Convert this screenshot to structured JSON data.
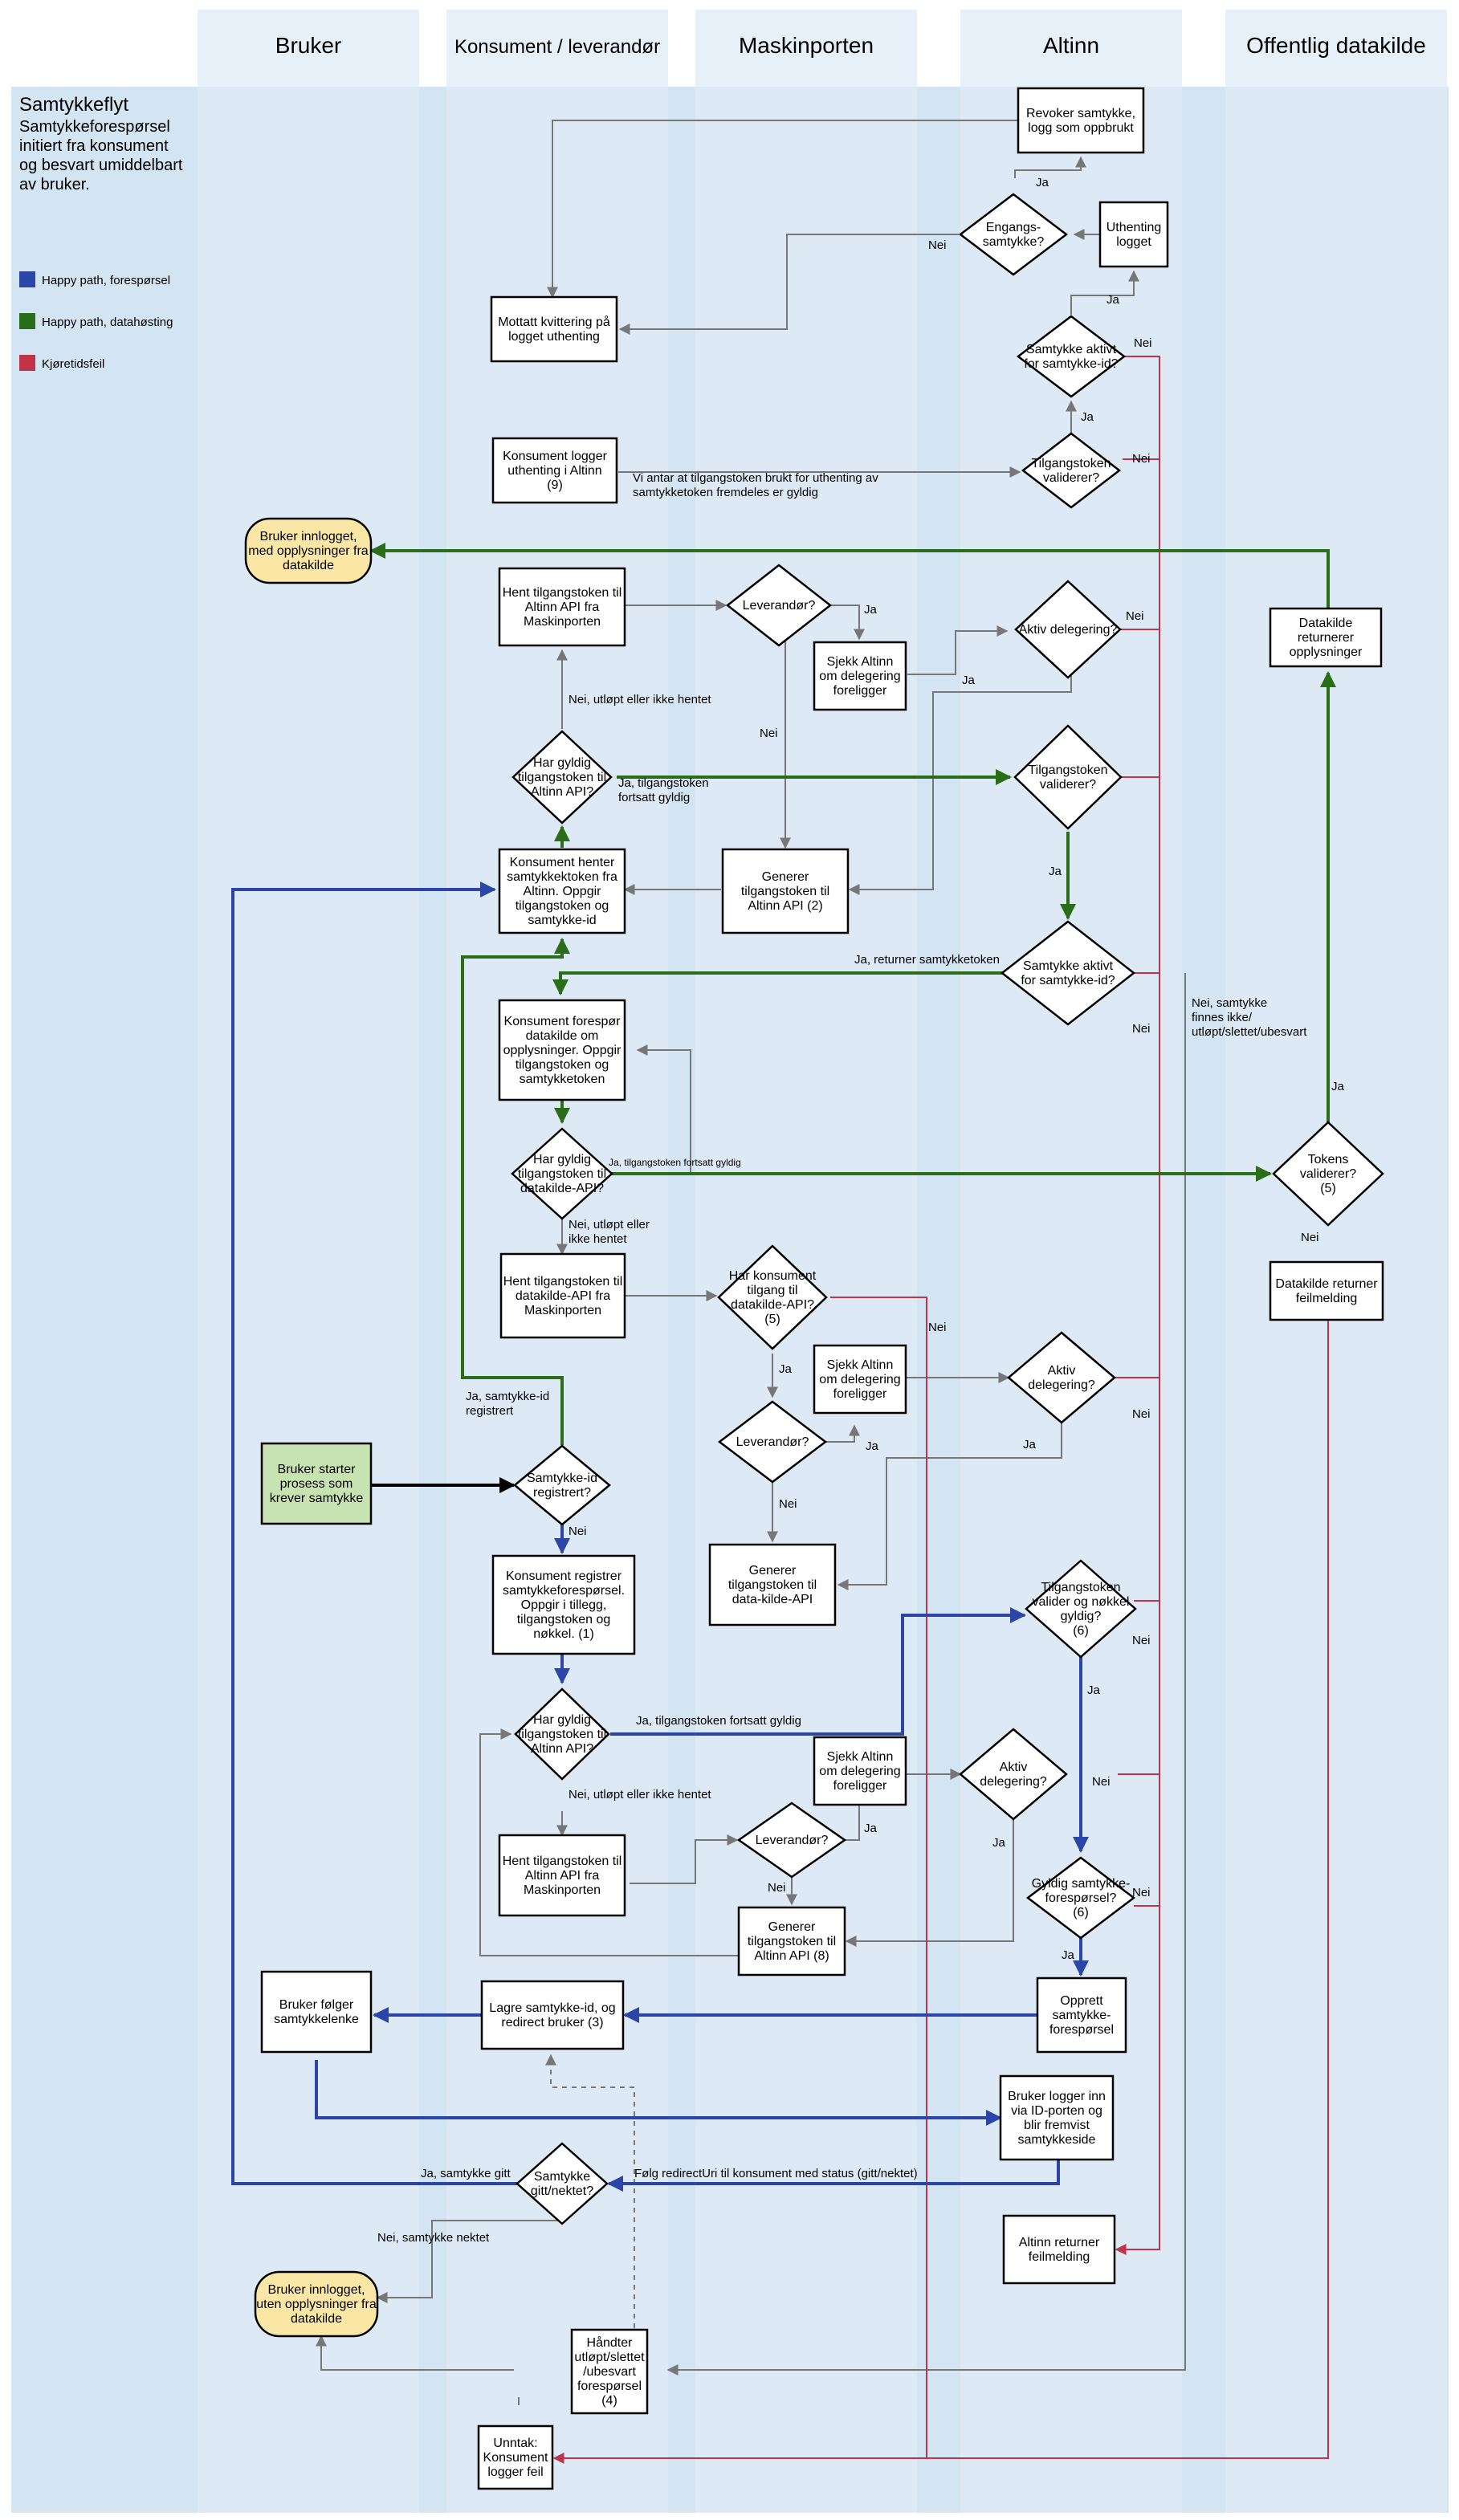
{
  "lanes": [
    "Bruker",
    "Konsument / leverandør",
    "Maskinporten",
    "Altinn",
    "Offentlig datakilde"
  ],
  "title": "Samtykkeflyt",
  "subtitle": [
    "Samtykkeforespørsel",
    "initiert fra konsument",
    "og besvart umiddelbart",
    "av bruker."
  ],
  "legend": [
    {
      "label": "Happy path, forespørsel",
      "color": "#2b45a8"
    },
    {
      "label": "Happy path, datahøsting",
      "color": "#2a6e1a"
    },
    {
      "label": "Kjøretidsfeil",
      "color": "#c0344a"
    }
  ],
  "nodes": {
    "revoker": [
      "Revoker samtykke,",
      "logg som oppbrukt"
    ],
    "engangs": [
      "Engangs-",
      "samtykke?"
    ],
    "uthenting_logget": [
      "Uthenting",
      "logget"
    ],
    "mottatt": [
      "Mottatt kvittering på",
      "logget uthenting"
    ],
    "samtykke_aktiv1": [
      "Samtykke aktivt",
      "for samtykke-id?"
    ],
    "konsument_logger": [
      "Konsument logger",
      "uthenting i Altinn",
      "(9)"
    ],
    "tilgangstoken_validerer1": [
      "Tilgangstoken",
      "validerer?"
    ],
    "bruker_innlogget_ok": [
      "Bruker innlogget,",
      "med opplysninger fra",
      "datakilde"
    ],
    "hent_altinn1": [
      "Hent tilgangstoken til",
      "Altinn API fra",
      "Maskinporten"
    ],
    "leverandor1": [
      "Leverandør?"
    ],
    "sjekk_altinn1": [
      "Sjekk Altinn",
      "om delegering",
      "foreligger"
    ],
    "aktiv_delegering1": [
      "Aktiv delegering?"
    ],
    "datakilde_returnerer": [
      "Datakilde",
      "returnerer",
      "opplysninger"
    ],
    "har_gyldig1": [
      "Har gyldig",
      "tilgangstoken til",
      "Altinn API?"
    ],
    "tilgangstoken_validerer2": [
      "Tilgangstoken",
      "validerer?"
    ],
    "konsument_henter": [
      "Konsument henter",
      "samtykkektoken fra",
      "Altinn. Oppgir",
      "tilgangstoken og",
      "samtykke-id"
    ],
    "generer1": [
      "Generer",
      "tilgangstoken til",
      "Altinn API (2)"
    ],
    "samtykke_aktiv2": [
      "Samtykke aktivt",
      "for samtykke-id?"
    ],
    "konsument_foresporr": [
      "Konsument forespør",
      "datakilde om",
      "opplysninger. Oppgir",
      "tilgangstoken og",
      "samtykketoken"
    ],
    "har_gyldig2": [
      "Har gyldig",
      "tilgangstoken til",
      "datakilde-API?"
    ],
    "tokens_validerer": [
      "Tokens",
      "validerer?",
      "(5)"
    ],
    "hent_datakilde": [
      "Hent tilgangstoken til",
      "datakilde-API fra",
      "Maskinporten"
    ],
    "har_konsument": [
      "Har konsument",
      "tilgang til",
      "datakilde-API?",
      "(5)"
    ],
    "datakilde_feil": [
      "Datakilde returner",
      "feilmelding"
    ],
    "sjekk_altinn2": [
      "Sjekk Altinn",
      "om delegering",
      "foreligger"
    ],
    "aktiv_delegering2": [
      "Aktiv",
      "delegering?"
    ],
    "bruker_starter": [
      "Bruker starter",
      "prosess som",
      "krever samtykke"
    ],
    "leverandor2": [
      "Leverandør?"
    ],
    "samtykke_registrert": [
      "Samtykke-id",
      "registrert?"
    ],
    "konsument_registrer": [
      "Konsument registrer",
      "samtykkeforespørsel.",
      "Oppgir i tillegg,",
      "tilgangstoken og",
      "nøkkel. (1)"
    ],
    "generer2": [
      "Generer",
      "tilgangstoken til",
      "data-kilde-API"
    ],
    "tilgangstoken_valider6": [
      "Tilgangstoken",
      "valider og nøkkel",
      "gyldig?",
      "(6)"
    ],
    "har_gyldig3": [
      "Har gyldig",
      "tilgangstoken til",
      "Altinn API?"
    ],
    "sjekk_altinn3": [
      "Sjekk Altinn",
      "om delegering",
      "foreligger"
    ],
    "aktiv_delegering3": [
      "Aktiv",
      "delegering?"
    ],
    "hent_altinn2": [
      "Hent tilgangstoken til",
      "Altinn API fra",
      "Maskinporten"
    ],
    "leverandor3": [
      "Leverandør?"
    ],
    "gyldig_foresporsel": [
      "Gyldig samtykke-",
      "forespørsel?",
      "(6)"
    ],
    "generer3": [
      "Generer",
      "tilgangstoken til",
      "Altinn API (8)"
    ],
    "bruker_folger": [
      "Bruker følger",
      "samtykkelenke"
    ],
    "lagre": [
      "Lagre samtykke-id, og",
      "redirect bruker (3)"
    ],
    "opprett": [
      "Opprett",
      "samtykke-",
      "forespørsel"
    ],
    "bruker_logger_inn": [
      "Bruker logger inn",
      "via ID-porten og",
      "blir fremvist",
      "samtykkeside"
    ],
    "samtykke_gitt": [
      "Samtykke",
      "gitt/nektet?"
    ],
    "altinn_feil": [
      "Altinn returner",
      "feilmelding"
    ],
    "bruker_uten": [
      "Bruker innlogget,",
      "uten opplysninger fra",
      "datakilde"
    ],
    "handter": [
      "Håndter",
      "utløpt/slettet",
      "/ubesvart",
      "forespørsel",
      "(4)"
    ],
    "unntak": [
      "Unntak:",
      "Konsument",
      "logger feil"
    ]
  },
  "labels": {
    "ja": "Ja",
    "nei": "Nei",
    "antar": [
      "Vi antar at tilgangstoken brukt for uthenting av",
      "samtykketoken fremdeles er gyldig"
    ],
    "nei_utlopt1": "Nei, utløpt eller ikke hentet",
    "ja_tilgang_gyldig1": [
      "Ja, tilgangstoken",
      "fortsatt gyldig"
    ],
    "ja_returner": "Ja, returner samtykketoken",
    "nei_finnes": [
      "Nei, samtykke",
      "finnes ikke/",
      "utløpt/slettet/ubesvart"
    ],
    "ja_tilgang_gyldig2": "Ja, tilgangstoken fortsatt gyldig",
    "nei_utlopt2": [
      "Nei, utløpt eller",
      "ikke hentet"
    ],
    "ja_samtykke_reg": [
      "Ja, samtykke-id",
      "registrert"
    ],
    "ja_tilgang_gyldig3": "Ja, tilgangstoken fortsatt gyldig",
    "nei_utlopt3": "Nei, utløpt eller ikke hentet",
    "ja_gitt": "Ja, samtykke gitt",
    "folg": "Følg redirectUri til konsument med status (gitt/nektet)",
    "nei_nektet": "Nei, samtykke nektet"
  }
}
